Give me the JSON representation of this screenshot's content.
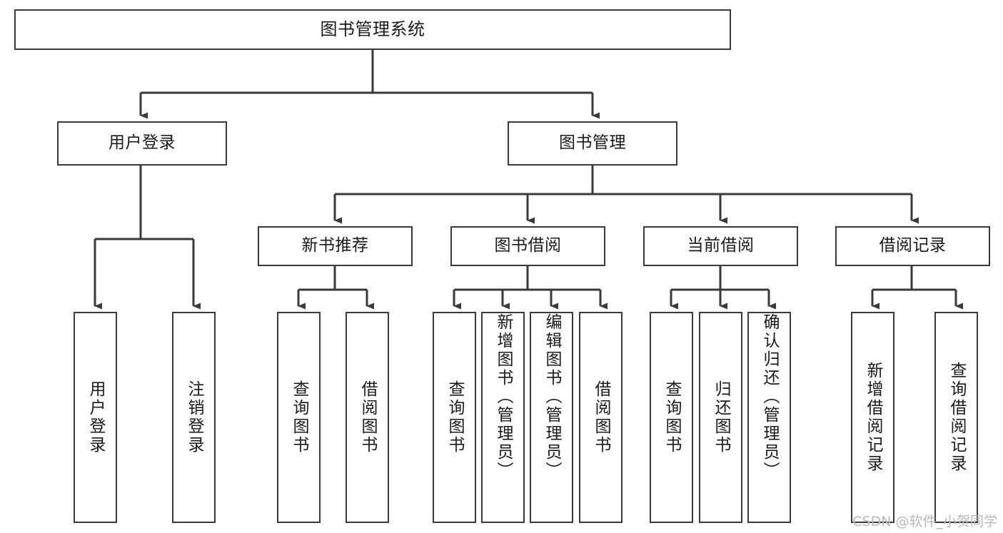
{
  "diagram": {
    "title": "图书管理系统",
    "type": "tree",
    "root": {
      "id": "root",
      "label": "图书管理系统"
    },
    "level2": [
      {
        "id": "user-login",
        "label": "用户登录"
      },
      {
        "id": "book-management",
        "label": "图书管理"
      }
    ],
    "level3": [
      {
        "id": "new-book-recommend",
        "label": "新书推荐",
        "parent": "book-management"
      },
      {
        "id": "book-borrow",
        "label": "图书借阅",
        "parent": "book-management"
      },
      {
        "id": "current-borrow",
        "label": "当前借阅",
        "parent": "book-management"
      },
      {
        "id": "borrow-record",
        "label": "借阅记录",
        "parent": "book-management"
      }
    ],
    "leaves": [
      {
        "id": "leaf-user-login",
        "label": "用户登录",
        "parent": "user-login"
      },
      {
        "id": "leaf-user-logout",
        "label": "注销登录",
        "parent": "user-login"
      },
      {
        "id": "leaf-query-book-1",
        "label": "查询图书",
        "parent": "new-book-recommend"
      },
      {
        "id": "leaf-borrow-book-1",
        "label": "借阅图书",
        "parent": "new-book-recommend"
      },
      {
        "id": "leaf-query-book-2",
        "label": "查询图书",
        "parent": "book-borrow"
      },
      {
        "id": "leaf-add-book",
        "label": "新增图书（管理员）",
        "parent": "book-borrow"
      },
      {
        "id": "leaf-edit-book",
        "label": "编辑图书（管理员）",
        "parent": "book-borrow"
      },
      {
        "id": "leaf-borrow-book-2",
        "label": "借阅图书",
        "parent": "book-borrow"
      },
      {
        "id": "leaf-query-book-3",
        "label": "查询图书",
        "parent": "current-borrow"
      },
      {
        "id": "leaf-return-book",
        "label": "归还图书",
        "parent": "current-borrow"
      },
      {
        "id": "leaf-confirm-return",
        "label": "确认归还（管理员）",
        "parent": "current-borrow"
      },
      {
        "id": "leaf-add-record",
        "label": "新增借阅记录",
        "parent": "borrow-record"
      },
      {
        "id": "leaf-query-record",
        "label": "查询借阅记录",
        "parent": "borrow-record"
      }
    ],
    "colors": {
      "box_border": "#3a3a3a",
      "box_fill": "#ffffff",
      "connector": "#3a3a3a",
      "text": "#1a1a1a",
      "watermark": "#b9b9b9",
      "background": "#ffffff"
    }
  },
  "watermark": {
    "text": "CSDN @软件_小贺同学"
  }
}
